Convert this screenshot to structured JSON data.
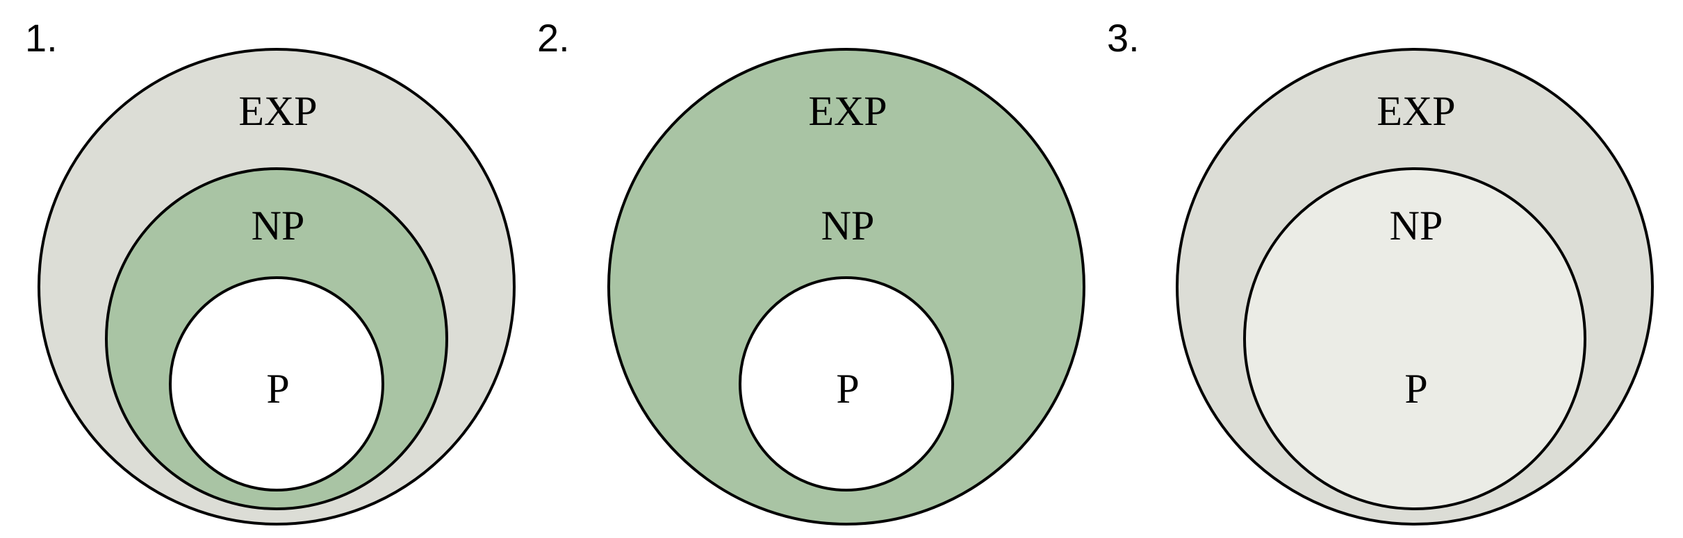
{
  "colors": {
    "green": "#a9c4a4",
    "gray": "#dcddd6",
    "light": "#ebece6",
    "white": "#ffffff",
    "stroke": "#000000"
  },
  "panels": [
    {
      "number": "1.",
      "sets": [
        {
          "label": "EXP",
          "fill": "gray"
        },
        {
          "label": "NP",
          "fill": "green"
        },
        {
          "label": "P",
          "fill": "white"
        }
      ]
    },
    {
      "number": "2.",
      "sets": [
        {
          "label": "EXP",
          "fill": "green"
        },
        {
          "label": "NP",
          "fill": "green"
        },
        {
          "label": "P",
          "fill": "white"
        }
      ]
    },
    {
      "number": "3.",
      "sets": [
        {
          "label": "EXP",
          "fill": "gray"
        },
        {
          "label": "NP",
          "fill": "light"
        },
        {
          "label": "P",
          "fill": "light"
        }
      ]
    }
  ]
}
